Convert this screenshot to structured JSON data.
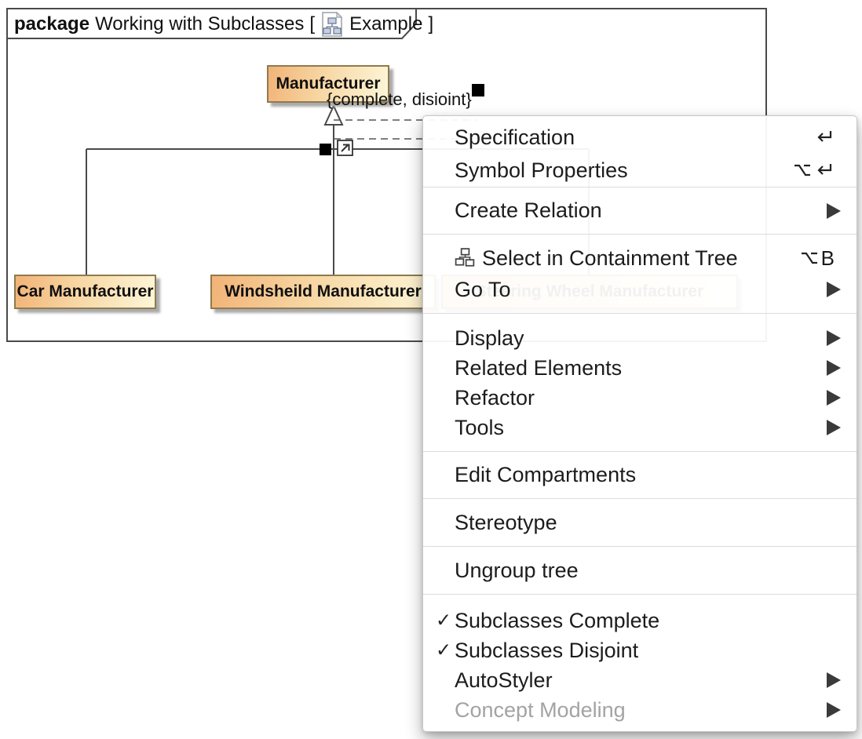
{
  "diagram": {
    "frame": {
      "keyword": "package",
      "title": "Working with Subclasses",
      "bracket_open": "[",
      "diagram_icon": "class-diagram-icon",
      "diagram_name": "Example",
      "bracket_close": "]"
    },
    "constraint": "{complete, disioint}",
    "classes": [
      {
        "name": "Manufacturer"
      },
      {
        "name": "Car Manufacturer"
      },
      {
        "name": "Windsheild Manufacturer"
      },
      {
        "name": "Steering Wheel Manufacturer"
      }
    ],
    "colors": {
      "box_gradient_start": "#f2b377",
      "box_gradient_end": "#fdf6d8",
      "box_border": "#8f7a4e",
      "frame_border": "#4a4a4a"
    }
  },
  "context_menu": {
    "checkmark": "✓",
    "items": [
      {
        "label": "Specification",
        "shortcut_icons": [
          "return-icon"
        ]
      },
      {
        "label": "Symbol Properties",
        "shortcut_icons": [
          "option-icon",
          "return-icon"
        ]
      },
      {
        "label": "Create Relation",
        "has_submenu": true
      },
      {
        "label": "Select in Containment Tree",
        "icon": "containment-tree-icon",
        "shortcut_icons": [
          "option-icon"
        ],
        "shortcut_text": "B"
      },
      {
        "label": "Go To",
        "has_submenu": true
      },
      {
        "label": "Display",
        "has_submenu": true
      },
      {
        "label": "Related Elements",
        "has_submenu": true
      },
      {
        "label": "Refactor",
        "has_submenu": true
      },
      {
        "label": "Tools",
        "has_submenu": true
      },
      {
        "label": "Edit Compartments"
      },
      {
        "label": "Stereotype"
      },
      {
        "label": "Ungroup tree"
      },
      {
        "label": "Subclasses Complete",
        "checked": true
      },
      {
        "label": "Subclasses Disjoint",
        "checked": true
      },
      {
        "label": "AutoStyler",
        "has_submenu": true
      },
      {
        "label": "Concept Modeling",
        "has_submenu": true,
        "disabled": true
      }
    ]
  }
}
